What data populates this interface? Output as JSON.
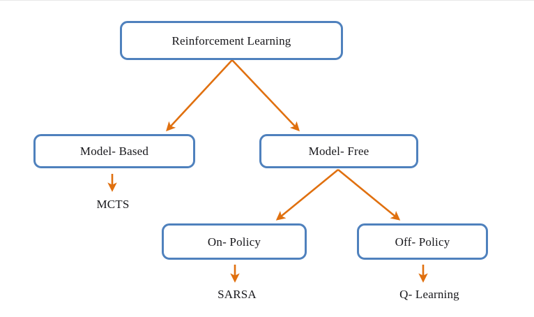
{
  "diagram": {
    "title_node": {
      "label": "Reinforcement Learning"
    },
    "level2": [
      {
        "label": "Model- Based"
      },
      {
        "label": "Model- Free"
      }
    ],
    "level3": [
      {
        "label": "On- Policy"
      },
      {
        "label": "Off- Policy"
      }
    ],
    "leaves": [
      {
        "label": "MCTS"
      },
      {
        "label": "SARSA"
      },
      {
        "label": "Q- Learning"
      }
    ],
    "colors": {
      "box_border": "#4F81BD",
      "box_fill": "#FFFFFF",
      "arrow": "#E0700F",
      "text": "#16161A",
      "background": "#FFFFFF"
    }
  }
}
